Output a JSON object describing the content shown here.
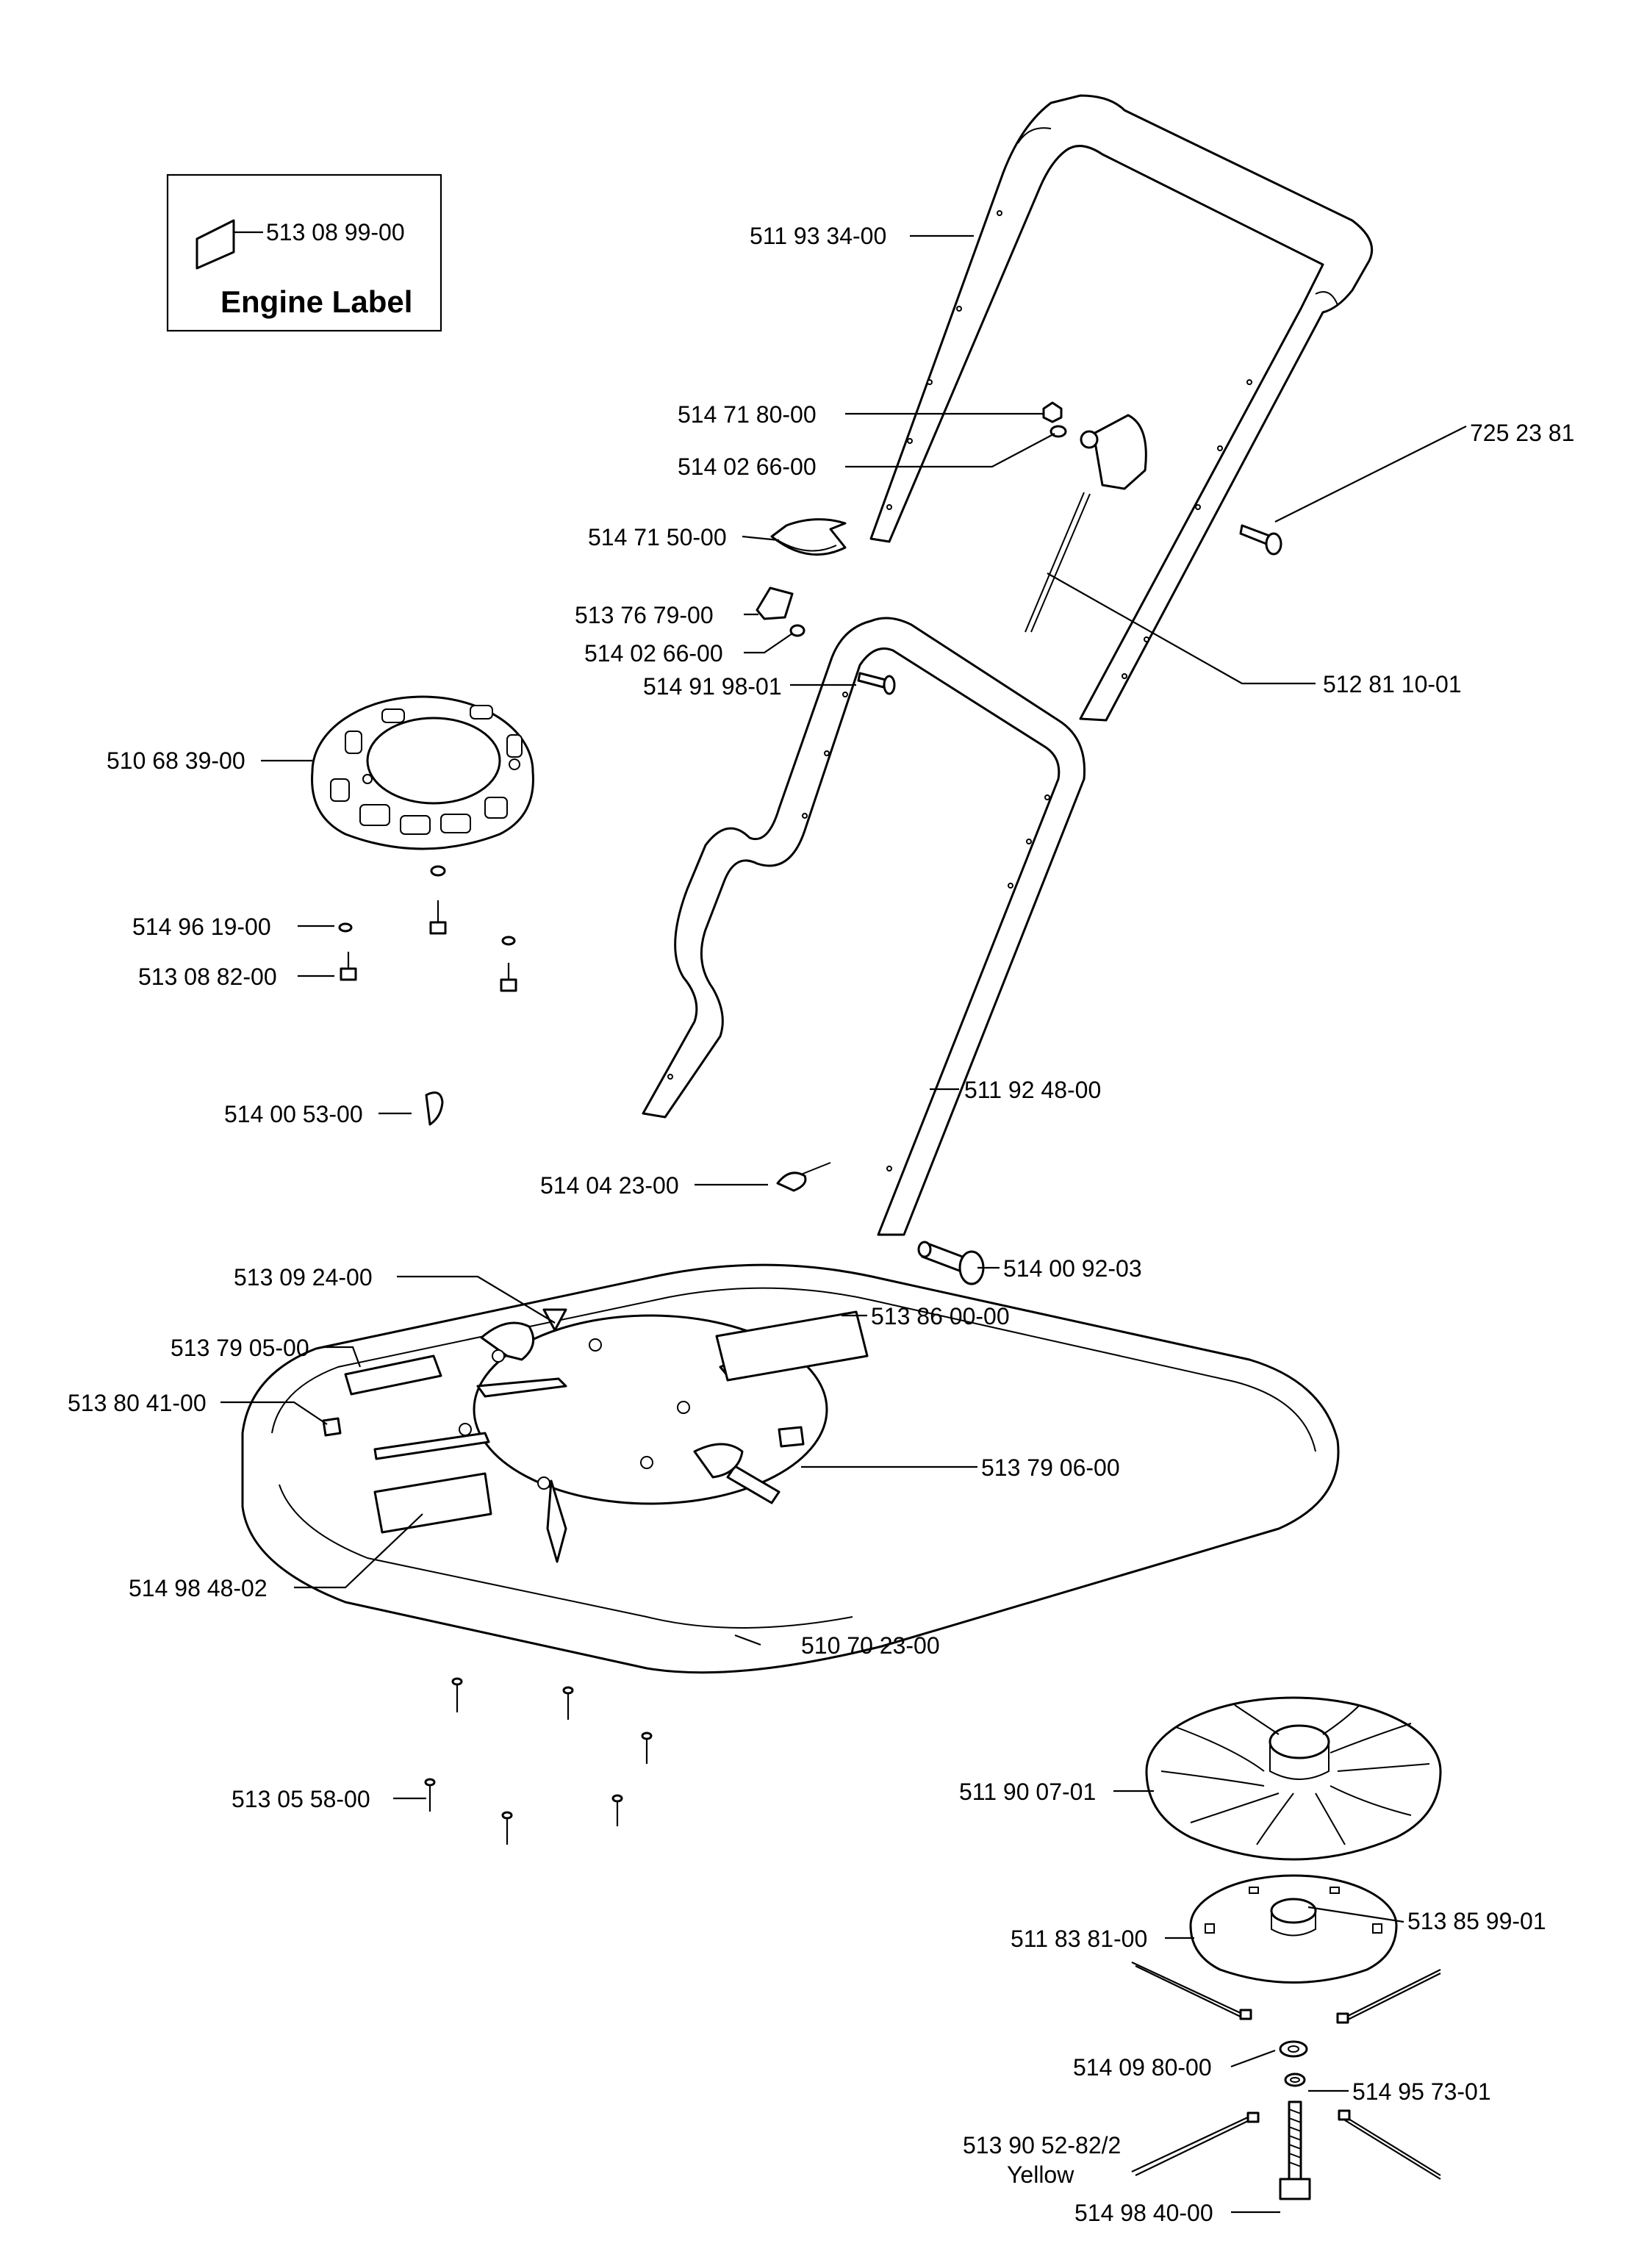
{
  "engine_label_box": {
    "part": "513 08 99-00",
    "caption": "Engine Label"
  },
  "labels": [
    "511 93 34-00",
    "514 71 80-00",
    "514 02 66-00",
    "725 23 81",
    "514 71 50-00",
    "513 76 79-00",
    "514 02 66-00",
    "514 91 98-01",
    "512 81 10-01",
    "510 68 39-00",
    "514 96 19-00",
    "513 08 82-00",
    "514 00 53-00",
    "511 92 48-00",
    "514 04 23-00",
    "514 00 92-03",
    "513 09 24-00",
    "513 86 00-00",
    "513 79 05-00",
    "513 80 41-00",
    "513 79 06-00",
    "514 98 48-02",
    "510 70 23-00",
    "513 05 58-00",
    "511 90 07-01",
    "511 83 81-00",
    "513 85 99-01",
    "514 09 80-00",
    "514 95 73-01",
    "513 90 52-82/2",
    "Yellow",
    "514 98 40-00"
  ]
}
